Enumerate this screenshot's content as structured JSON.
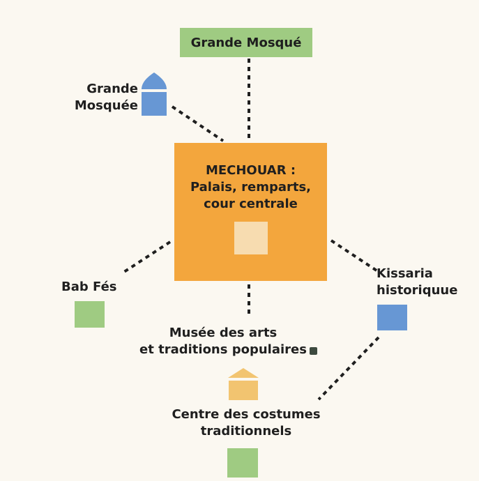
{
  "top_box": {
    "label": "Grande Mosqué"
  },
  "center": {
    "title_line1": "MECHOUAR :",
    "title_line2": "Palais, remparts,",
    "title_line3": "cour centrale"
  },
  "grande_mosquee": {
    "line1": "Grande",
    "line2": "Mosquée"
  },
  "bab_fes": {
    "label": "Bab Fés"
  },
  "kissaria": {
    "line1": "Kissaria",
    "line2": "historiquue"
  },
  "musee": {
    "line1": "Musée des arts",
    "line2": "et traditions populaires"
  },
  "centre_costumes": {
    "line1": "Centre des costumes",
    "line2": "traditionnels"
  },
  "colors": {
    "background": "#fbf8f1",
    "orange": "#f3a63d",
    "light_orange": "#f7dcb0",
    "green": "#9fcb82",
    "blue": "#6797d4",
    "yellow": "#f2c470"
  },
  "icons": {
    "grande_mosquee": "mosque-dome-icon",
    "musee": "house-roof-icon"
  }
}
